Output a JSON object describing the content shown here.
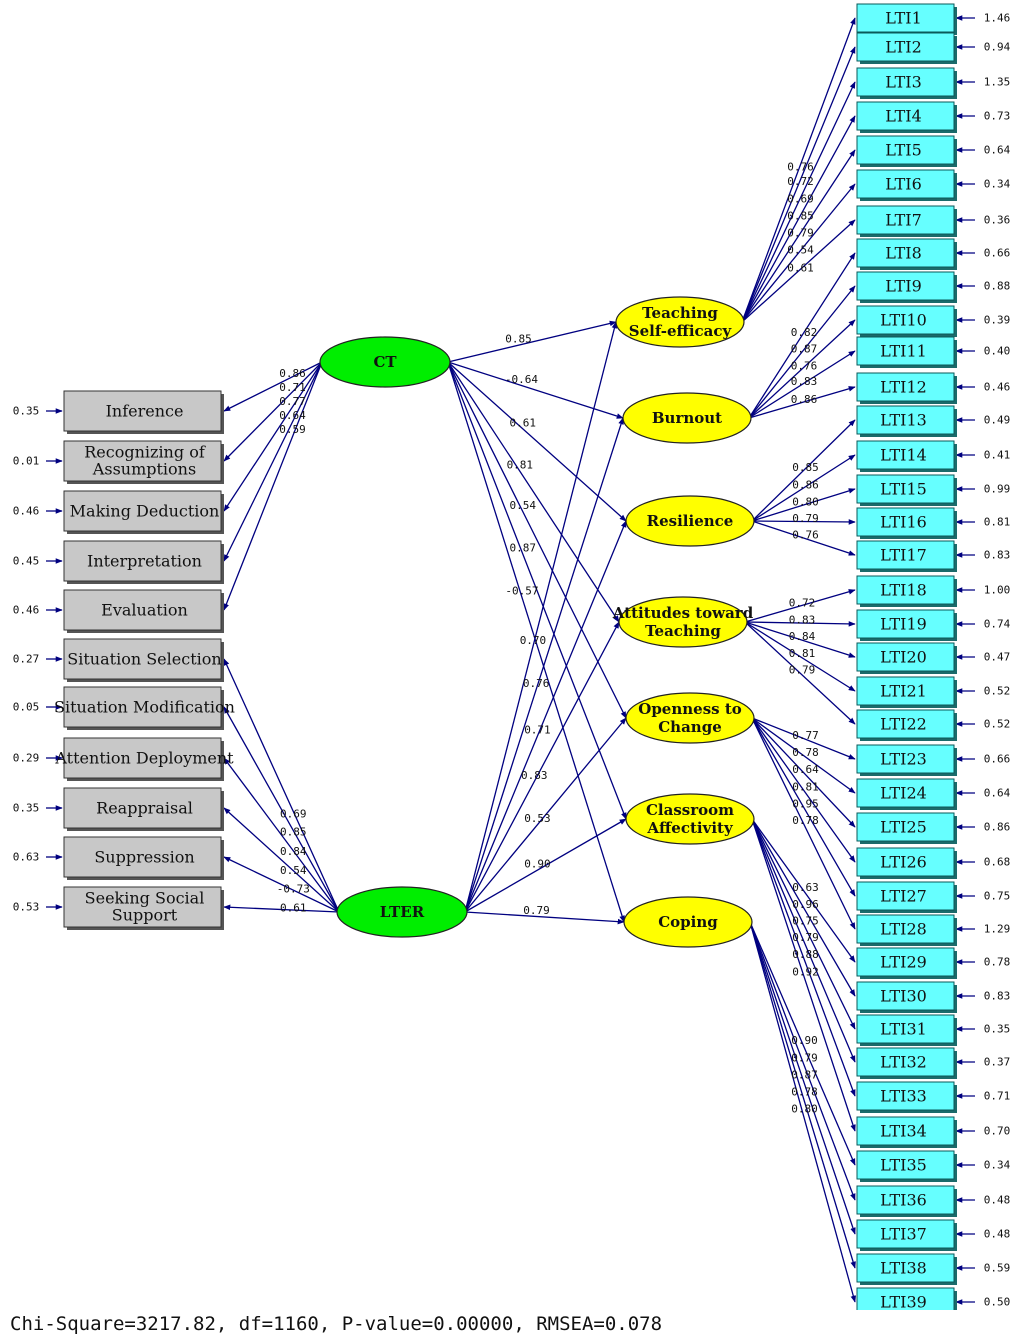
{
  "colors": {
    "arrow": "#000080",
    "latent_main": "#00ee00",
    "latent_dim": "#ffff00",
    "observed_left": "#c8c8c8",
    "observed_right": "#66ffff"
  },
  "latent_main": [
    {
      "id": "CT",
      "label": "CT"
    },
    {
      "id": "LTER",
      "label": "LTER"
    }
  ],
  "latent_dims": [
    {
      "id": "D1",
      "label_lines": [
        "Teaching",
        "Self-efficacy"
      ]
    },
    {
      "id": "D2",
      "label_lines": [
        "Burnout"
      ]
    },
    {
      "id": "D3",
      "label_lines": [
        "Resilience"
      ]
    },
    {
      "id": "D4",
      "label_lines": [
        "Attitudes toward",
        "Teaching"
      ]
    },
    {
      "id": "D5",
      "label_lines": [
        "Openness to",
        "Change"
      ]
    },
    {
      "id": "D6",
      "label_lines": [
        "Classroom",
        "Affectivity"
      ]
    },
    {
      "id": "D7",
      "label_lines": [
        "Coping"
      ]
    }
  ],
  "left_indicators": [
    {
      "label_lines": [
        "Inference"
      ],
      "error": "0.35",
      "parent": "CT",
      "loading": "0.86"
    },
    {
      "label_lines": [
        "Recognizing of",
        "Assumptions"
      ],
      "error": "0.01",
      "parent": "CT",
      "loading": "0.71"
    },
    {
      "label_lines": [
        "Making Deduction"
      ],
      "error": "0.46",
      "parent": "CT",
      "loading": "0.77"
    },
    {
      "label_lines": [
        "Interpretation"
      ],
      "error": "0.45",
      "parent": "CT",
      "loading": "0.64"
    },
    {
      "label_lines": [
        "Evaluation"
      ],
      "error": "0.46",
      "parent": "CT",
      "loading": "0.59"
    },
    {
      "label_lines": [
        "Situation Selection"
      ],
      "error": "0.27",
      "parent": "LTER",
      "loading": "0.69"
    },
    {
      "label_lines": [
        "Situation Modification"
      ],
      "error": "0.05",
      "parent": "LTER",
      "loading": "0.85"
    },
    {
      "label_lines": [
        "Attention Deployment"
      ],
      "error": "0.29",
      "parent": "LTER",
      "loading": "0.84"
    },
    {
      "label_lines": [
        "Reappraisal"
      ],
      "error": "0.35",
      "parent": "LTER",
      "loading": "0.54"
    },
    {
      "label_lines": [
        "Suppression"
      ],
      "error": "0.63",
      "parent": "LTER",
      "loading": "-0.73"
    },
    {
      "label_lines": [
        "Seeking Social",
        "Support"
      ],
      "error": "0.53",
      "parent": "LTER",
      "loading": "0.61"
    }
  ],
  "paths": [
    {
      "from": "CT",
      "to": "D1",
      "value": "0.85"
    },
    {
      "from": "CT",
      "to": "D2",
      "value": "-0.64"
    },
    {
      "from": "CT",
      "to": "D3",
      "value": "0.61"
    },
    {
      "from": "CT",
      "to": "D4",
      "value": "0.81"
    },
    {
      "from": "CT",
      "to": "D5",
      "value": "0.54"
    },
    {
      "from": "CT",
      "to": "D6",
      "value": "0.87"
    },
    {
      "from": "CT",
      "to": "D7",
      "value": "-0.57"
    },
    {
      "from": "LTER",
      "to": "D1",
      "value": "0.70"
    },
    {
      "from": "LTER",
      "to": "D2",
      "value": "0.76"
    },
    {
      "from": "LTER",
      "to": "D3",
      "value": "0.71"
    },
    {
      "from": "LTER",
      "to": "D4",
      "value": "0.83"
    },
    {
      "from": "LTER",
      "to": "D5",
      "value": "0.53"
    },
    {
      "from": "LTER",
      "to": "D6",
      "value": "0.90"
    },
    {
      "from": "LTER",
      "to": "D7",
      "value": "0.79"
    }
  ],
  "right_indicators": [
    {
      "label": "LTI1",
      "error": "1.46",
      "parent": "D1",
      "loading": "0.76"
    },
    {
      "label": "LTI2",
      "error": "0.94",
      "parent": "D1",
      "loading": "0.72"
    },
    {
      "label": "LTI3",
      "error": "1.35",
      "parent": "D1",
      "loading": "0.69"
    },
    {
      "label": "LTI4",
      "error": "0.73",
      "parent": "D1",
      "loading": "0.85"
    },
    {
      "label": "LTI5",
      "error": "0.64",
      "parent": "D1",
      "loading": "0.79"
    },
    {
      "label": "LTI6",
      "error": "0.34",
      "parent": "D1",
      "loading": "0.54"
    },
    {
      "label": "LTI7",
      "error": "0.36",
      "parent": "D1",
      "loading": "0.61"
    },
    {
      "label": "LTI8",
      "error": "0.66",
      "parent": "D2",
      "loading": "0.82"
    },
    {
      "label": "LTI9",
      "error": "0.88",
      "parent": "D2",
      "loading": "0.87"
    },
    {
      "label": "LTI10",
      "error": "0.39",
      "parent": "D2",
      "loading": "0.76"
    },
    {
      "label": "LTI11",
      "error": "0.40",
      "parent": "D2",
      "loading": "0.83"
    },
    {
      "label": "LTI12",
      "error": "0.46",
      "parent": "D2",
      "loading": "0.86"
    },
    {
      "label": "LTI13",
      "error": "0.49",
      "parent": "D3",
      "loading": "0.85"
    },
    {
      "label": "LTI14",
      "error": "0.41",
      "parent": "D3",
      "loading": "0.86"
    },
    {
      "label": "LTI15",
      "error": "0.99",
      "parent": "D3",
      "loading": "0.80"
    },
    {
      "label": "LTI16",
      "error": "0.81",
      "parent": "D3",
      "loading": "0.79"
    },
    {
      "label": "LTI17",
      "error": "0.83",
      "parent": "D3",
      "loading": "0.76"
    },
    {
      "label": "LTI18",
      "error": "1.00",
      "parent": "D4",
      "loading": "0.72"
    },
    {
      "label": "LTI19",
      "error": "0.74",
      "parent": "D4",
      "loading": "0.83"
    },
    {
      "label": "LTI20",
      "error": "0.47",
      "parent": "D4",
      "loading": "0.84"
    },
    {
      "label": "LTI21",
      "error": "0.52",
      "parent": "D4",
      "loading": "0.81"
    },
    {
      "label": "LTI22",
      "error": "0.52",
      "parent": "D4",
      "loading": "0.79"
    },
    {
      "label": "LTI23",
      "error": "0.66",
      "parent": "D5",
      "loading": "0.77"
    },
    {
      "label": "LTI24",
      "error": "0.64",
      "parent": "D5",
      "loading": "0.78"
    },
    {
      "label": "LTI25",
      "error": "0.86",
      "parent": "D5",
      "loading": "0.64"
    },
    {
      "label": "LTI26",
      "error": "0.68",
      "parent": "D5",
      "loading": "0.81"
    },
    {
      "label": "LTI27",
      "error": "0.75",
      "parent": "D5",
      "loading": "0.95"
    },
    {
      "label": "LTI28",
      "error": "1.29",
      "parent": "D5",
      "loading": "0.78"
    },
    {
      "label": "LTI29",
      "error": "0.78",
      "parent": "D6",
      "loading": "0.63"
    },
    {
      "label": "LTI30",
      "error": "0.83",
      "parent": "D6",
      "loading": "0.96"
    },
    {
      "label": "LTI31",
      "error": "0.35",
      "parent": "D6",
      "loading": "0.75"
    },
    {
      "label": "LTI32",
      "error": "0.37",
      "parent": "D6",
      "loading": "0.79"
    },
    {
      "label": "LTI33",
      "error": "0.71",
      "parent": "D6",
      "loading": "0.88"
    },
    {
      "label": "LTI34",
      "error": "0.70",
      "parent": "D6",
      "loading": "0.92"
    },
    {
      "label": "LTI35",
      "error": "0.34",
      "parent": "D7",
      "loading": "0.90"
    },
    {
      "label": "LTI36",
      "error": "0.48",
      "parent": "D7",
      "loading": "0.79"
    },
    {
      "label": "LTI37",
      "error": "0.48",
      "parent": "D7",
      "loading": "0.87"
    },
    {
      "label": "LTI38",
      "error": "0.59",
      "parent": "D7",
      "loading": "0.78"
    },
    {
      "label": "LTI39",
      "error": "0.50",
      "parent": "D7",
      "loading": "0.80"
    }
  ],
  "footer": {
    "fit_stats": "Chi-Square=3217.82, df=1160, P-value=0.00000, RMSEA=0.078"
  }
}
